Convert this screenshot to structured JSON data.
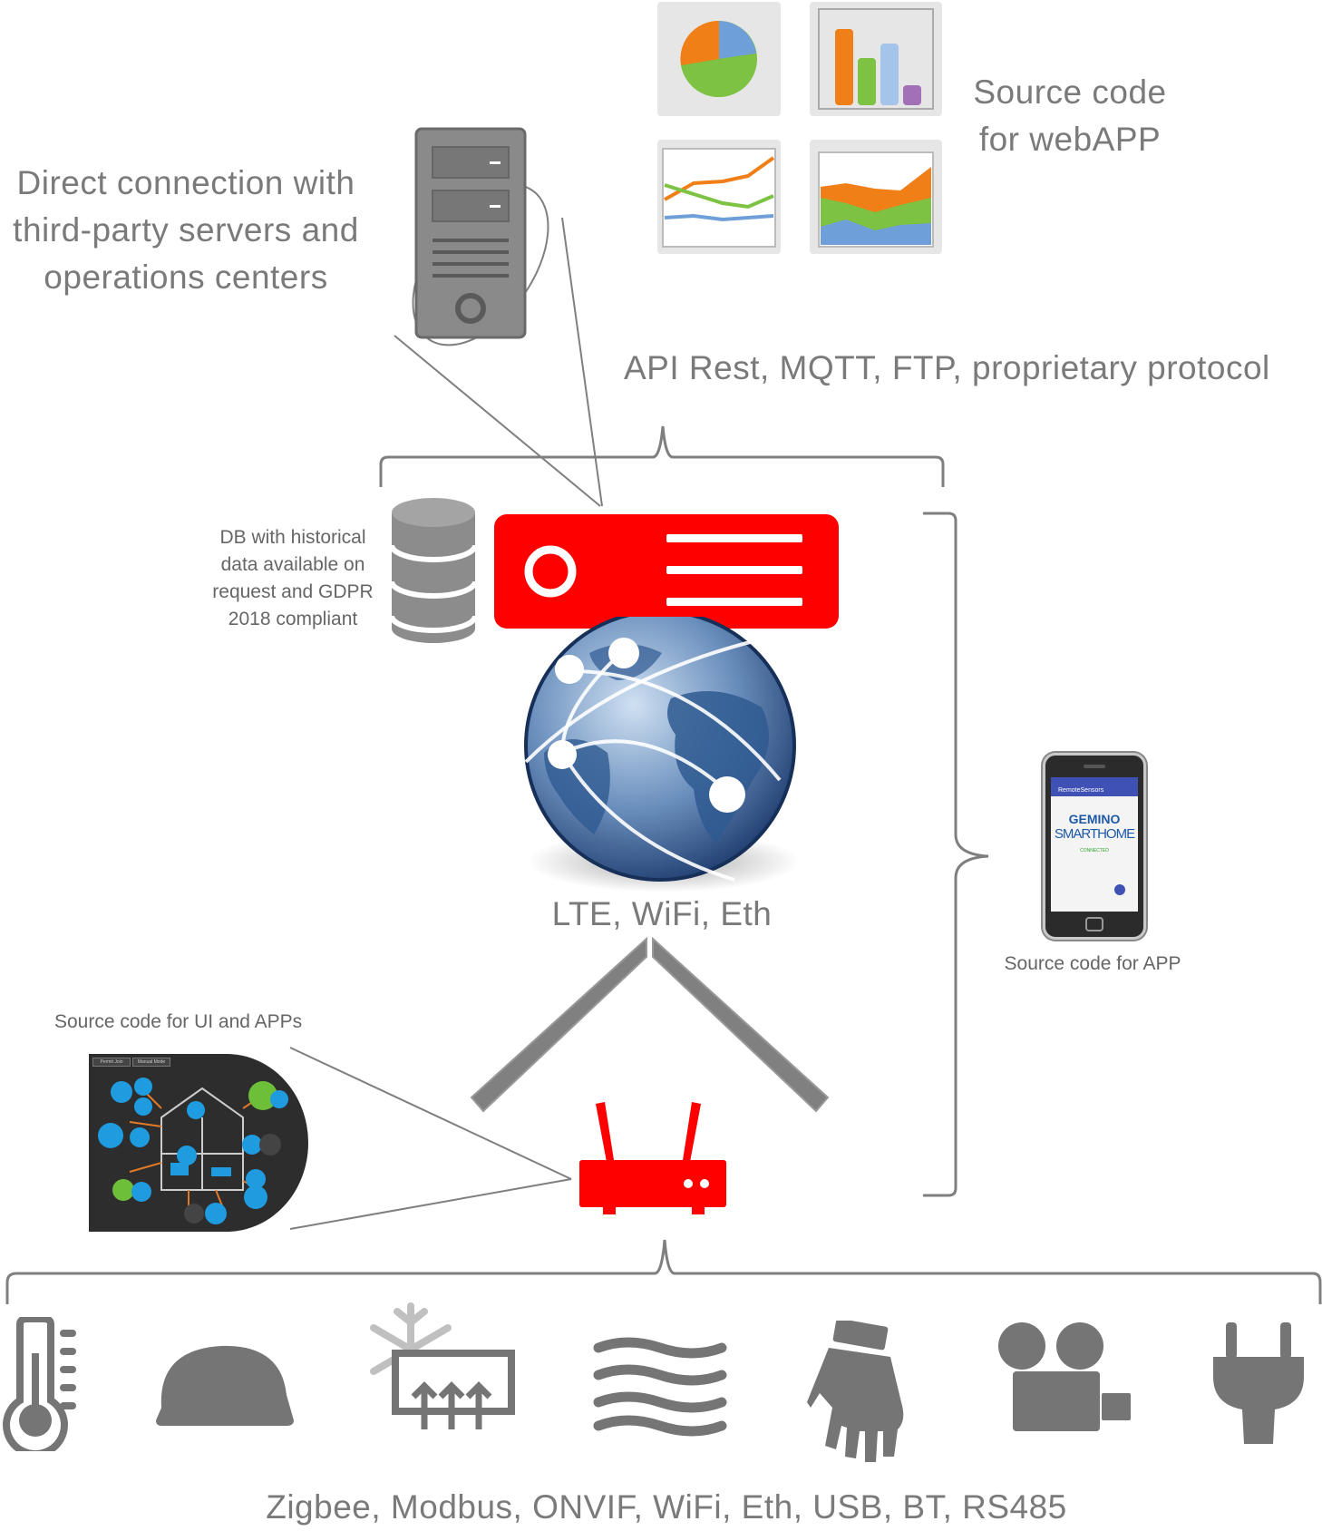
{
  "labels": {
    "direct_connection": [
      "Direct connection with",
      "third-party servers and",
      "operations centers"
    ],
    "webapp": [
      "Source code",
      "for webAPP"
    ],
    "protocols_cloud": "API Rest, MQTT, FTP, proprietary protocol",
    "db": [
      "DB with historical",
      "data available on",
      "request and GDPR",
      "2018 compliant"
    ],
    "network": "LTE, WiFi, Eth",
    "app": "Source code for APP",
    "ui_apps": "Source code for UI and APPs",
    "protocols_field": "Zigbee, Modbus, ONVIF, WiFi, Eth, USB, BT, RS485"
  },
  "phone_screen": {
    "app_bar": "RemoteSensors",
    "brand_line1": "GEMINO",
    "brand_line2": "SMARTHOME",
    "status": "CONNECTED"
  },
  "ui_thumb_tabs": [
    "Permit Join",
    "Manual Mode"
  ],
  "devices": [
    "thermometer-icon",
    "helmet-icon",
    "hvac-icon",
    "air-flow-icon",
    "glove-icon",
    "camera-icon",
    "plug-icon"
  ],
  "colors": {
    "accent_red": "#ff0000",
    "icon_gray": "#757575",
    "line_gray": "#7f7f7f",
    "text_gray": "#7a7a7a"
  }
}
